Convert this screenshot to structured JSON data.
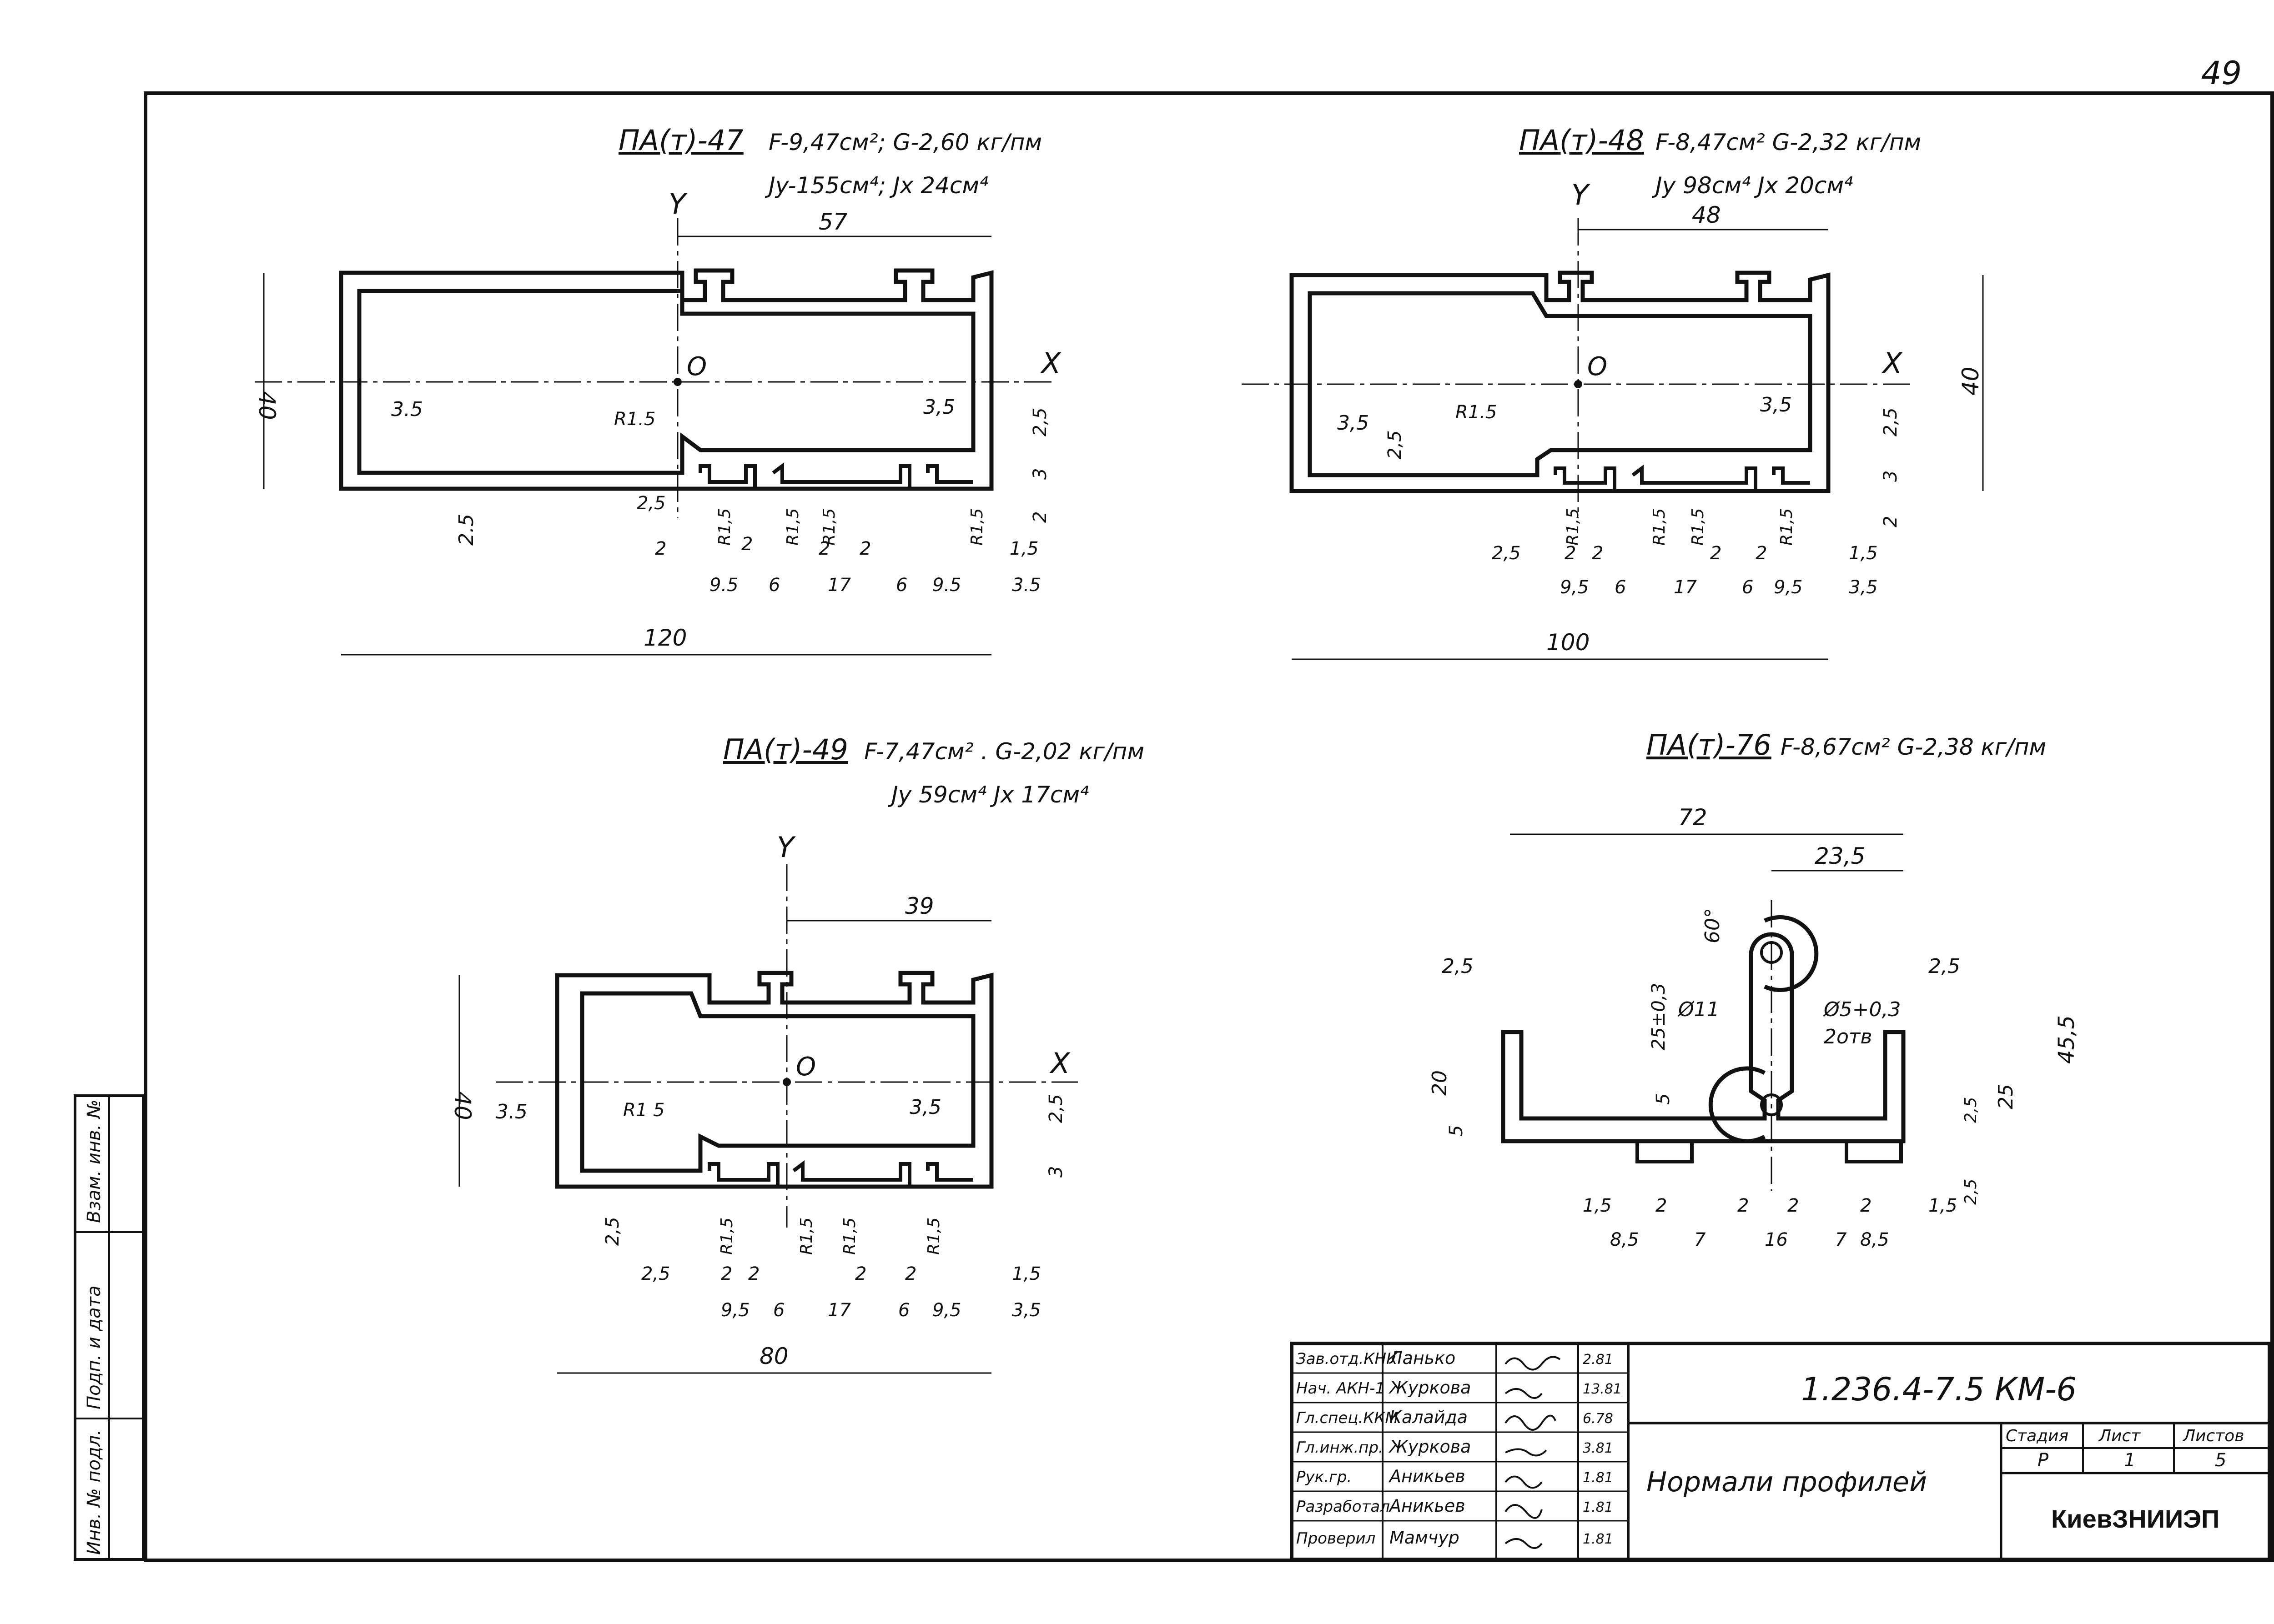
{
  "sheet_number": "49",
  "side_stamp": {
    "col1": "Инв. № подл.",
    "col2": "Подп. и дата",
    "col3": "Взам. инв. №"
  },
  "profiles": [
    {
      "title": "ПА(т)-47",
      "props1": "F-9,47см²; G-2,60 кг/пм",
      "props2": "Jy-155см⁴; Jx 24см⁴",
      "axis_y": "Y",
      "axis_x": "X",
      "origin": "O",
      "overall_width": "120",
      "height": "40",
      "from_axis": "57",
      "dims": [
        "3.5",
        "2.5",
        "R1.5",
        "3,5",
        "2,5",
        "3",
        "2",
        "2,5",
        "2",
        "2",
        "2",
        "2",
        "1,5",
        "9.5",
        "6",
        "17",
        "6",
        "9.5",
        "3.5",
        "R1,5",
        "R1,5",
        "R1,5",
        "R1,5"
      ]
    },
    {
      "title": "ПА(т)-48",
      "props1": "F-8,47см²  G-2,32 кг/пм",
      "props2": "Jy 98см⁴  Jx 20см⁴",
      "axis_y": "Y",
      "axis_x": "X",
      "origin": "O",
      "overall_width": "100",
      "height": "40",
      "from_axis": "48",
      "dims": [
        "3,5",
        "2,5",
        "R1.5",
        "3,5",
        "2,5",
        "3",
        "2",
        "2,5",
        "2",
        "2",
        "2",
        "2",
        "1,5",
        "9,5",
        "6",
        "17",
        "6",
        "9,5",
        "3,5",
        "R1,5",
        "R1,5",
        "R1,5",
        "R1,5"
      ]
    },
    {
      "title": "ПА(т)-49",
      "props1": "F-7,47см² . G-2,02 кг/пм",
      "props2": "Jy 59см⁴  Jx 17см⁴",
      "axis_y": "Y",
      "axis_x": "X",
      "origin": "O",
      "overall_width": "80",
      "height": "40",
      "from_axis": "39",
      "dims": [
        "3.5",
        "2,5",
        "R1 5",
        "3,5",
        "2,5",
        "3",
        "2,5",
        "2",
        "2",
        "2",
        "2",
        "1,5",
        "9,5",
        "6",
        "17",
        "6",
        "9,5",
        "3,5",
        "R1,5",
        "R1,5",
        "R1,5",
        "R1,5"
      ]
    },
    {
      "title": "ПА(т)-76",
      "props1": "F-8,67см² G-2,38 кг/пм",
      "overall_width": "72",
      "from_axis": "23,5",
      "dims": [
        "2,5",
        "2,5",
        "60°",
        "25±0,3",
        "Ø11",
        "Ø5+0,3",
        "2отв",
        "20",
        "5",
        "5",
        "45,5",
        "25",
        "2,5",
        "2,5",
        "1,5",
        "2",
        "2",
        "2",
        "2",
        "1,5",
        "8,5",
        "7",
        "16",
        "7",
        "8,5"
      ]
    }
  ],
  "title_block": {
    "doc_code": "1.236.4-7.5 КМ-6",
    "doc_title": "Нормали профилей",
    "stage_label": "Стадия",
    "sheet_label": "Лист",
    "sheets_label": "Листов",
    "stage": "Р",
    "sheet": "1",
    "sheets": "5",
    "org": "КиевЗНИИЭП",
    "signatures": [
      {
        "role": "Зав.отд.КНК",
        "name": "Ланько",
        "date": "2.81"
      },
      {
        "role": "Нач. АКН-1",
        "name": "Журкова",
        "date": "13.81"
      },
      {
        "role": "Гл.спец.ККМ",
        "name": "Калайда",
        "date": "6.78"
      },
      {
        "role": "Гл.инж.пр.",
        "name": "Журкова",
        "date": "3.81"
      },
      {
        "role": "Рук.гр.",
        "name": "Аникьев",
        "date": "1.81"
      },
      {
        "role": "Разработал",
        "name": "Аникьев",
        "date": "1.81"
      },
      {
        "role": "Проверил",
        "name": "Мамчур",
        "date": "1.81"
      }
    ]
  }
}
